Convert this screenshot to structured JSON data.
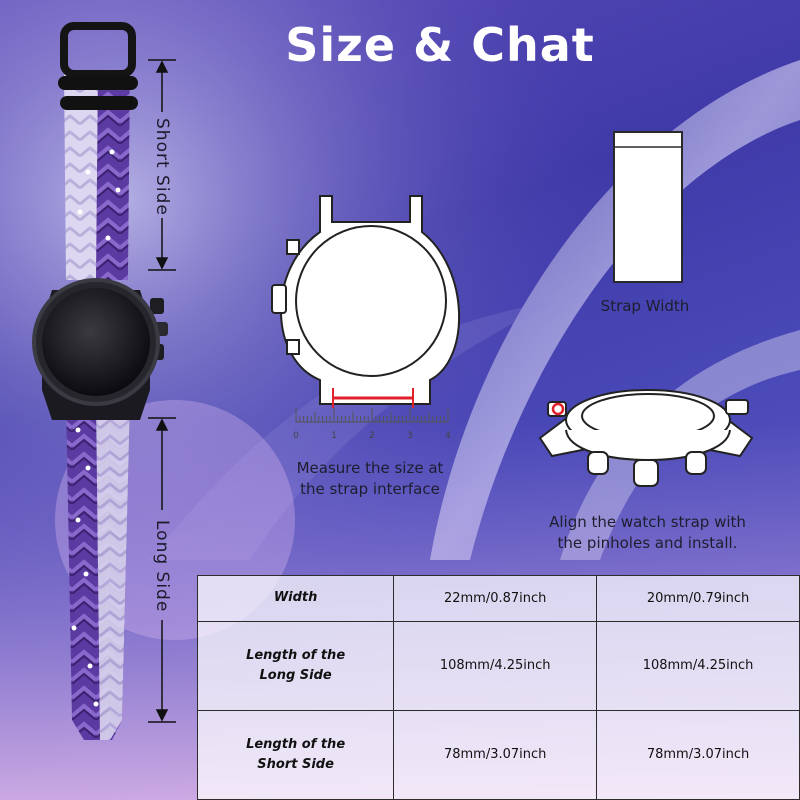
{
  "title": "Size & Chat",
  "labels": {
    "short_side": "Short Side",
    "long_side": "Long Side",
    "measure_caption_1": "Measure the size at",
    "measure_caption_2": "the strap interface",
    "strap_width": "Strap Width",
    "align_caption_1": "Align the watch strap with",
    "align_caption_2": "the pinholes and install."
  },
  "ruler": {
    "ticks": [
      "0",
      "1",
      "2",
      "3",
      "4"
    ]
  },
  "colors": {
    "background": "#4a43b4",
    "strap_purple": "#6a4fb0",
    "strap_silver": "#d6d0ec",
    "measure_red": "#e0202a"
  },
  "size_table": {
    "rows": [
      {
        "label_lines": [
          "Width"
        ],
        "values": [
          "22mm/0.87inch",
          "20mm/0.79inch"
        ]
      },
      {
        "label_lines": [
          "Length of the",
          "Long Side"
        ],
        "values": [
          "108mm/4.25inch",
          "108mm/4.25inch"
        ]
      },
      {
        "label_lines": [
          "Length of the",
          "Short Side"
        ],
        "values": [
          "78mm/3.07inch",
          "78mm/3.07inch"
        ]
      }
    ]
  }
}
